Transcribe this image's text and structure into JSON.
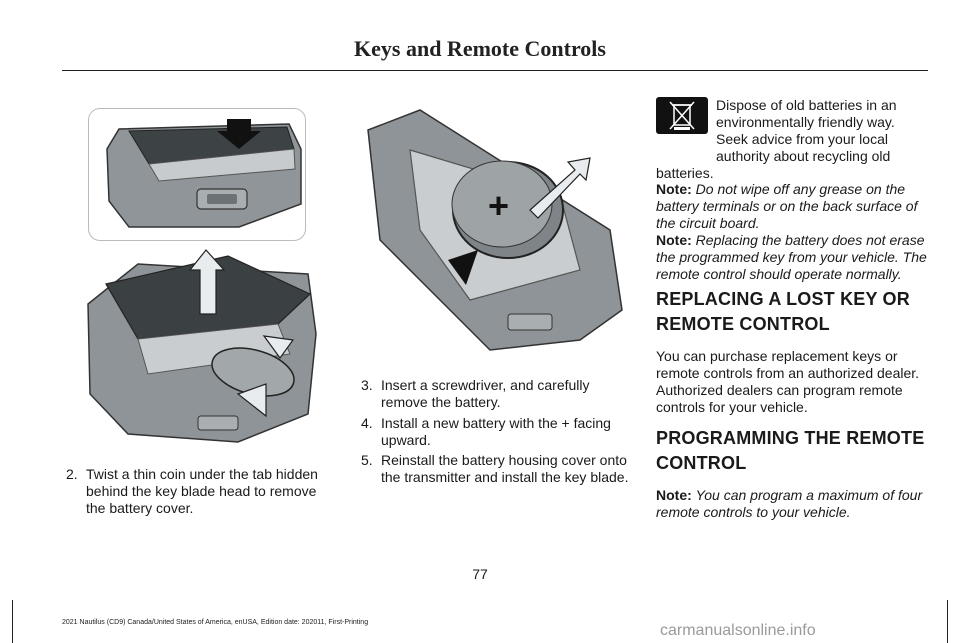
{
  "header": {
    "title": "Keys and Remote Controls"
  },
  "left_column": {
    "step_2": {
      "number": "2.",
      "text": "Twist a thin coin under the tab hidden behind the key blade head to remove the battery cover."
    }
  },
  "middle_column": {
    "steps": [
      {
        "number": "3.",
        "text": "Insert a screwdriver, and carefully remove the battery."
      },
      {
        "number": "4.",
        "text": "Install a new battery with the + facing upward."
      },
      {
        "number": "5.",
        "text": "Reinstall the battery housing cover onto the transmitter and install the key blade."
      }
    ]
  },
  "right_column": {
    "dispose_text": "Dispose of old batteries in an environmentally friendly way.  Seek advice from your local authority about recycling old batteries.",
    "note1_label": "Note:",
    "note1_text": "Do not wipe off any grease on the battery terminals or on the back surface of the circuit board.",
    "note2_label": "Note:",
    "note2_text": " Replacing the battery does not erase the programmed key from your vehicle.  The remote control should operate normally.",
    "heading1": "REPLACING A LOST KEY OR REMOTE CONTROL",
    "paragraph1": "You can purchase replacement keys or remote controls from an authorized dealer. Authorized dealers can program remote controls for your vehicle.",
    "heading2": "PROGRAMMING THE REMOTE CONTROL",
    "note3_label": "Note:",
    "note3_text": "You can program a maximum of four remote controls to your vehicle."
  },
  "icons": {
    "recycle": "crossed-out-bin-icon",
    "plus_symbol": "+"
  },
  "footer": {
    "page_number": "77",
    "edition": "2021 Nautilus (CD9) Canada/United States of America, enUSA, Edition date: 202011, First-Printing",
    "watermark": "carmanualsonline.info"
  }
}
